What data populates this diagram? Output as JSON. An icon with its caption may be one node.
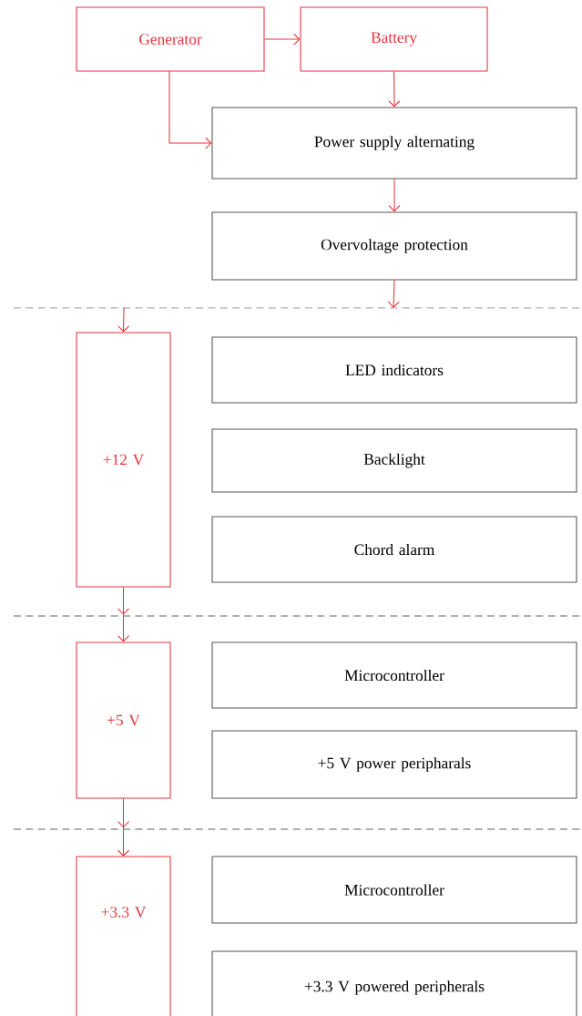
{
  "diagram": {
    "nodes": [
      {
        "text": [
          "Generator"
        ]
      },
      {
        "text": [
          "Battery"
        ]
      },
      {
        "text": [
          "Power supply alternating"
        ]
      },
      {
        "text": [
          "Overvoltage protection"
        ]
      },
      {
        "text": [
          "+12 V"
        ]
      },
      {
        "text": [
          "LED indicators"
        ]
      },
      {
        "text": [
          "Backlight"
        ]
      },
      {
        "text": [
          "Chord alarm"
        ]
      },
      {
        "text": [
          "+5 V"
        ]
      },
      {
        "text": [
          "Microcontroller"
        ]
      },
      {
        "text": [
          "+5 V power peripharals"
        ]
      },
      {
        "text": [
          "+3.3 V"
        ]
      },
      {
        "text": [
          "Microcontroller"
        ]
      },
      {
        "text": [
          "+3.3 V powered peripherals"
        ]
      }
    ],
    "edges": [
      {
        "from": 0,
        "to": 1,
        "arrow": "to",
        "color": "#e8333b"
      },
      {
        "from": 0,
        "to": 2,
        "arrow": "to",
        "color": "#e8333b"
      },
      {
        "from": 1,
        "to": 2,
        "arrow": "to",
        "color": "#e8333b"
      },
      {
        "from": 2,
        "to": 3,
        "arrow": "to",
        "color": "#e8333b"
      },
      {
        "from": 3,
        "to": null,
        "arrow": "to",
        "color": "#e8333b"
      },
      {
        "from": null,
        "to": 4,
        "arrow": "to",
        "color": "#e8333b"
      },
      {
        "from": 4,
        "to": 8,
        "arrow": "to",
        "color": "#e8333b"
      },
      {
        "from": 8,
        "to": 11,
        "arrow": "to",
        "color": "#e8333b"
      }
    ]
  }
}
